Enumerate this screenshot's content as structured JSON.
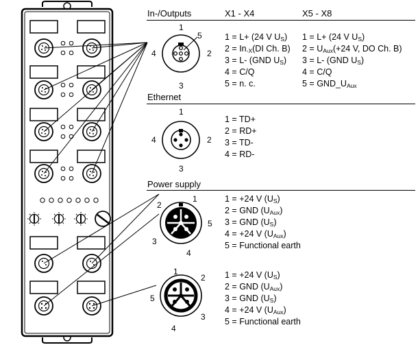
{
  "header": {
    "io_title": "In-/Outputs",
    "col_x1": "X1 - X4",
    "col_x5": "X5 - X8"
  },
  "io": {
    "pins": {
      "p1": "1",
      "p2": "2",
      "p3": "3",
      "p4": "4",
      "p5": "5"
    },
    "x1_rows": [
      {
        "pre": "1 = L+ (24 V U",
        "sub": "S",
        "post": ")"
      },
      {
        "pre": "2 = In",
        "sub": "-X",
        "post": "(DI Ch. B)"
      },
      {
        "pre": "3 = L- (GND U",
        "sub": "S",
        "post": ")"
      },
      {
        "pre": "4 = C/Q",
        "sub": "",
        "post": ""
      },
      {
        "pre": "5 = n. c.",
        "sub": "",
        "post": ""
      }
    ],
    "x5_rows": [
      {
        "pre": "1 = L+ (24 V U",
        "sub": "S",
        "post": ")"
      },
      {
        "pre": "2 = U",
        "sub": "Aux",
        "post": "(+24 V, DO Ch. B)"
      },
      {
        "pre": "3 = L- (GND U",
        "sub": "S",
        "post": ")"
      },
      {
        "pre": "4 = C/Q",
        "sub": "",
        "post": ""
      },
      {
        "pre": "5 = GND_U",
        "sub": "Aux",
        "post": ""
      }
    ]
  },
  "ethernet": {
    "title": "Ethernet",
    "pins": {
      "p1": "1",
      "p2": "2",
      "p3": "3",
      "p4": "4"
    },
    "rows": [
      {
        "pre": "1 = TD+",
        "sub": "",
        "post": ""
      },
      {
        "pre": "2 = RD+",
        "sub": "",
        "post": ""
      },
      {
        "pre": "3 = TD-",
        "sub": "",
        "post": ""
      },
      {
        "pre": "4 = RD-",
        "sub": "",
        "post": ""
      }
    ]
  },
  "power": {
    "title": "Power supply",
    "male": {
      "pins": {
        "p1": "1",
        "p2": "2",
        "p3": "3",
        "p4": "4",
        "p5": "5"
      },
      "rows": [
        {
          "pre": "1 = +24 V (U",
          "sub": "S",
          "post": ")"
        },
        {
          "pre": "2 = GND (U",
          "sub": "Aux",
          "post": ")"
        },
        {
          "pre": "3 = GND (U",
          "sub": "S",
          "post": ")"
        },
        {
          "pre": "4 = +24 V (U",
          "sub": "Aux",
          "post": ")"
        },
        {
          "pre": "5 = Functional earth",
          "sub": "",
          "post": ""
        }
      ]
    },
    "female": {
      "pins": {
        "p1": "1",
        "p2": "2",
        "p3": "3",
        "p4": "4",
        "p5": "5"
      },
      "rows": [
        {
          "pre": "1 = +24 V (U",
          "sub": "S",
          "post": ")"
        },
        {
          "pre": "2 = GND (U",
          "sub": "Aux",
          "post": ")"
        },
        {
          "pre": "3 = GND (U",
          "sub": "S",
          "post": ")"
        },
        {
          "pre": "4 = +24 V (U",
          "sub": "Aux",
          "post": ")"
        },
        {
          "pre": "5 = Functional earth",
          "sub": "",
          "post": ""
        }
      ]
    }
  }
}
